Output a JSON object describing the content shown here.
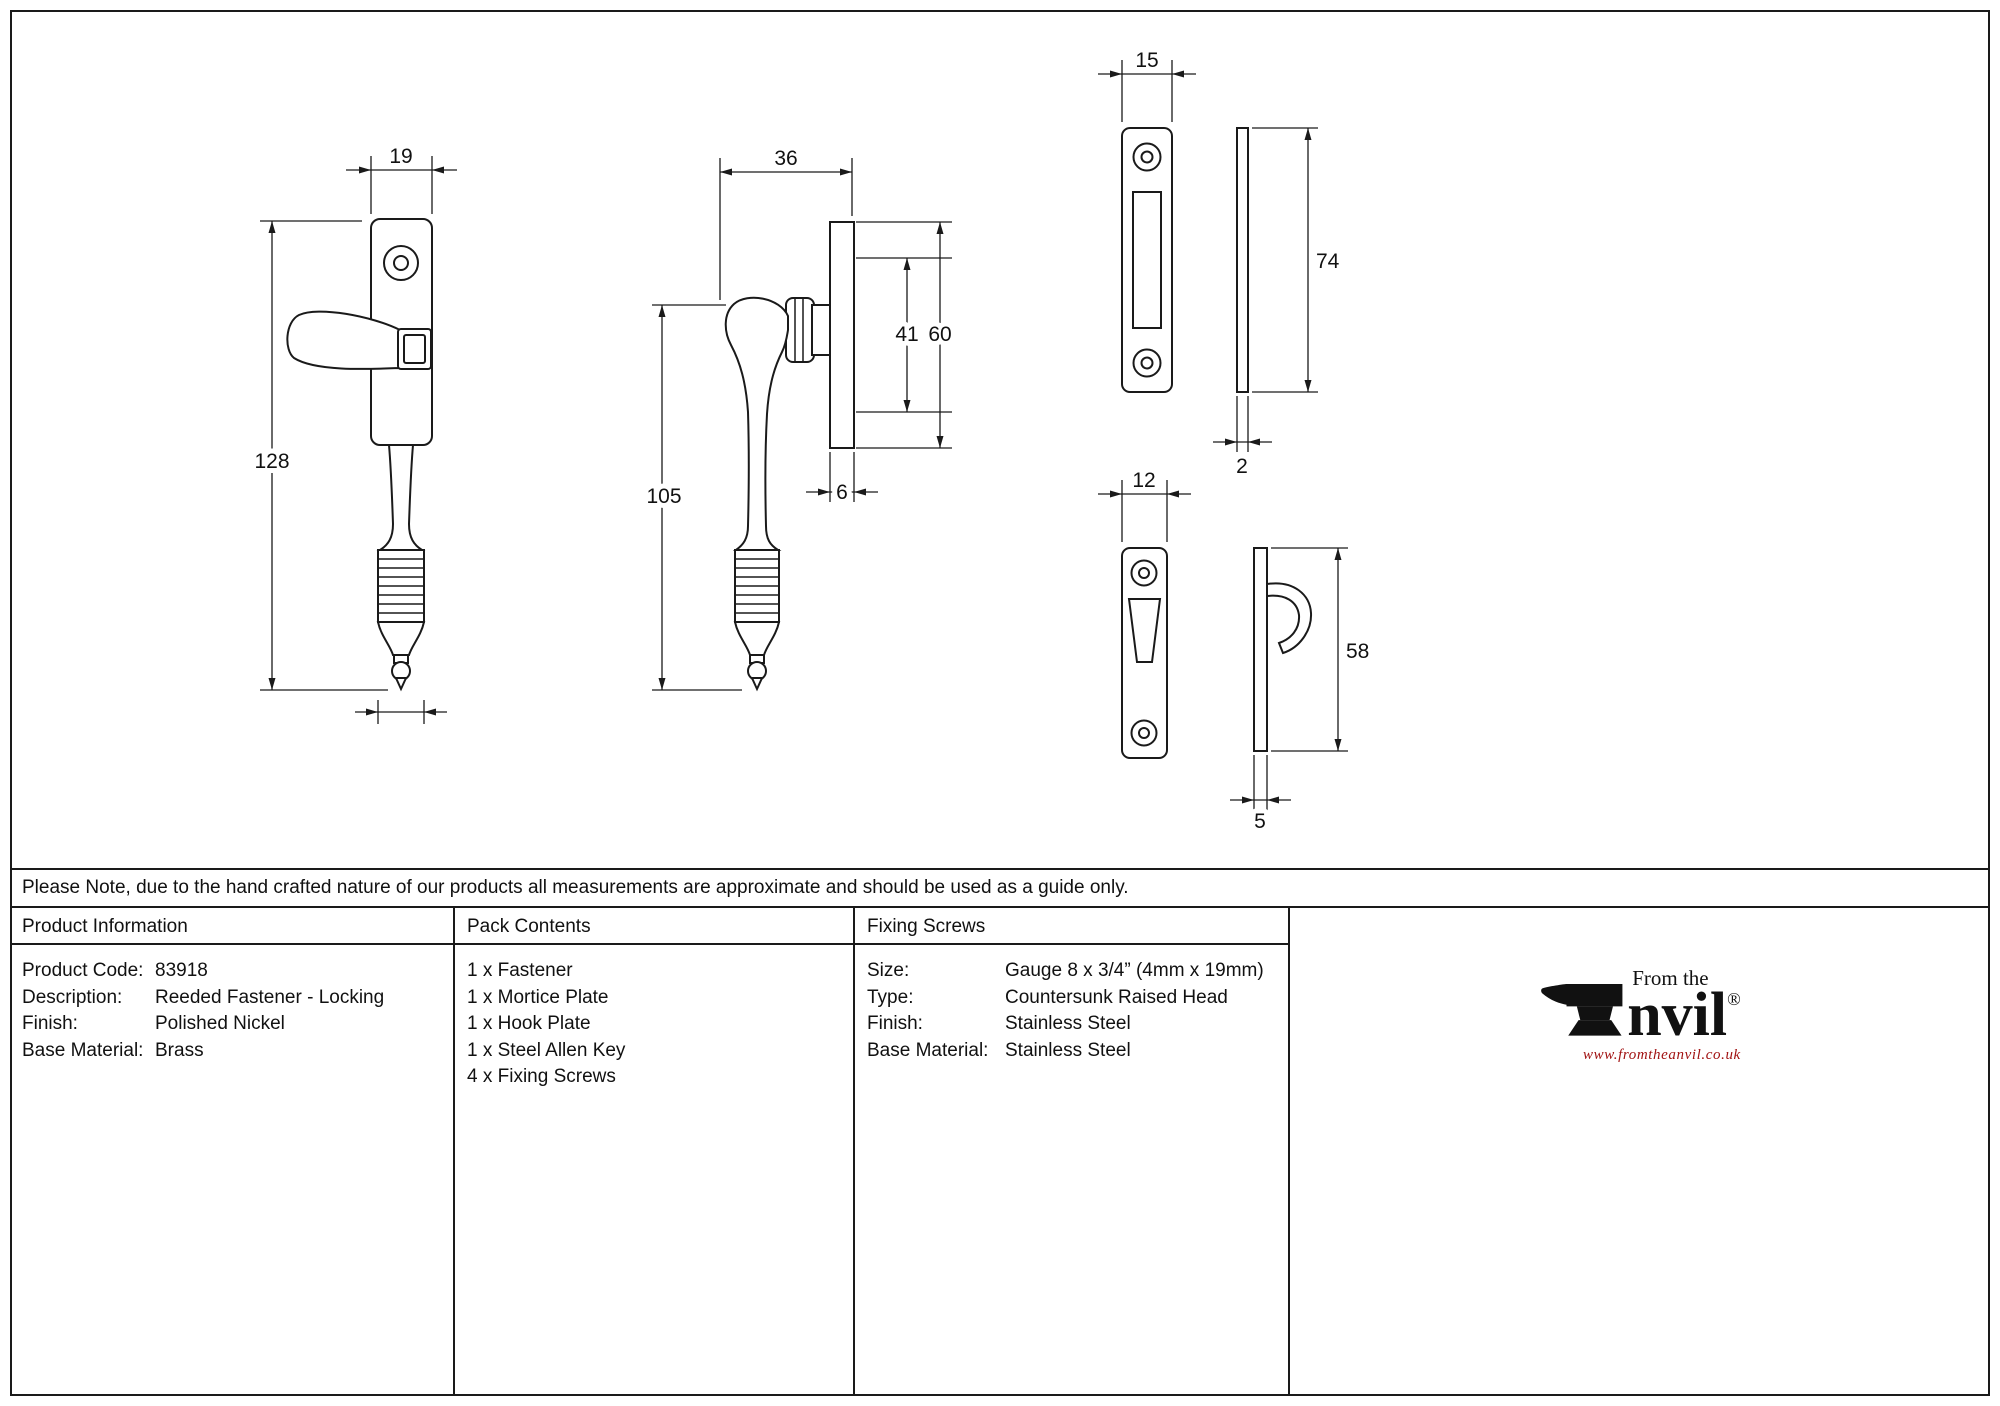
{
  "page": {
    "note": "Please Note, due to the hand crafted nature of our products all measurements are approximate and should be used as a guide only."
  },
  "dims": {
    "front_width": "19",
    "front_height": "128",
    "side_depth": "36",
    "side_handle_height": "105",
    "side_inner_height": "41",
    "side_plate_height": "60",
    "side_plate_thickness": "6",
    "mortice_width": "15",
    "mortice_height": "74",
    "mortice_thickness": "2",
    "hook_width": "12",
    "hook_height": "58",
    "hook_thickness": "5"
  },
  "product_info": {
    "header": "Product Information",
    "rows": [
      {
        "label": "Product Code:",
        "value": "83918"
      },
      {
        "label": "Description:",
        "value": "Reeded Fastener - Locking"
      },
      {
        "label": "Finish:",
        "value": "Polished Nickel"
      },
      {
        "label": "Base Material:",
        "value": "Brass"
      }
    ]
  },
  "pack_contents": {
    "header": "Pack Contents",
    "items": [
      "1 x Fastener",
      "1 x Mortice Plate",
      "1 x Hook Plate",
      "1 x Steel Allen Key",
      "4 x Fixing Screws"
    ]
  },
  "fixing_screws": {
    "header": "Fixing Screws",
    "rows": [
      {
        "label": "Size:",
        "value": "Gauge 8 x 3/4” (4mm x 19mm)"
      },
      {
        "label": "Type:",
        "value": "Countersunk Raised Head"
      },
      {
        "label": "Finish:",
        "value": "Stainless Steel"
      },
      {
        "label": "Base Material:",
        "value": "Stainless Steel"
      }
    ]
  },
  "logo": {
    "from_the": "From the",
    "brand": "nvil",
    "registered": "®",
    "url": "www.fromtheanvil.co.uk"
  }
}
